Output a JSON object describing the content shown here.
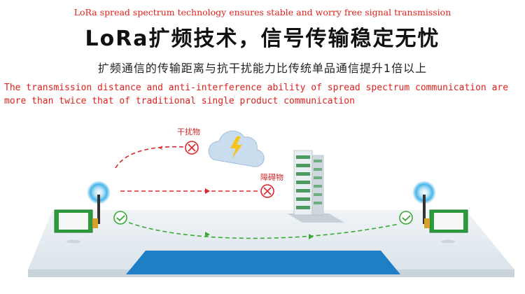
{
  "header": {
    "en_tagline": "LoRa spread spectrum technology ensures stable and worry free signal transmission",
    "title": "LoRa扩频技术，信号传输稳定无忧",
    "subtitle": "扩频通信的传输距离与抗干扰能力比传统单品通信提升1倍以上",
    "en_description": "The transmission distance and anti-interference ability of spread spectrum communication are more than twice that of traditional single product communication"
  },
  "diagram": {
    "interference_label": "干扰物",
    "obstacle_label": "障碍物",
    "icons": [
      "wifi-signal-icon",
      "cloud-lightning-icon",
      "blocked-x-icon",
      "check-icon",
      "building-icon",
      "lora-module-icon"
    ],
    "colors": {
      "path_blocked": "#e0252a",
      "path_ok": "#3aaa35",
      "signal": "#29a8e0",
      "floor": "#e6edf2",
      "pool": "#1f7fc6",
      "module_board": "#2c9b3d"
    }
  }
}
